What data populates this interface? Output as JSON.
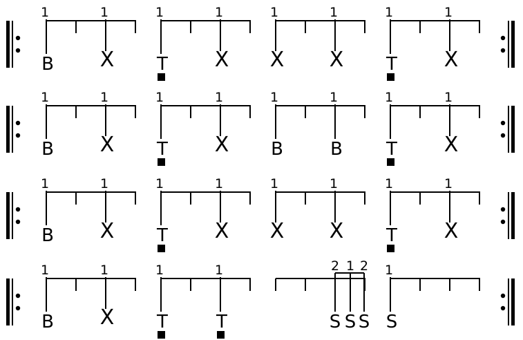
{
  "notation": {
    "rows": [
      {
        "measures": [
          {
            "fingering": [
              "1",
              "1"
            ],
            "notes": [
              {
                "beat": 0,
                "symbol": "B",
                "mark": false
              },
              {
                "beat": 2,
                "symbol": "X",
                "mark": false
              }
            ]
          },
          {
            "fingering": [
              "1",
              "1"
            ],
            "notes": [
              {
                "beat": 0,
                "symbol": "T",
                "mark": true
              },
              {
                "beat": 2,
                "symbol": "X",
                "mark": false
              }
            ]
          },
          {
            "fingering": [
              "1",
              "1"
            ],
            "notes": [
              {
                "beat": 0,
                "symbol": "X",
                "mark": false
              },
              {
                "beat": 2,
                "symbol": "X",
                "mark": false
              }
            ]
          },
          {
            "fingering": [
              "1",
              "1"
            ],
            "notes": [
              {
                "beat": 0,
                "symbol": "T",
                "mark": true
              },
              {
                "beat": 2,
                "symbol": "X",
                "mark": false
              }
            ]
          }
        ]
      },
      {
        "measures": [
          {
            "fingering": [
              "1",
              "1"
            ],
            "notes": [
              {
                "beat": 0,
                "symbol": "B",
                "mark": false
              },
              {
                "beat": 2,
                "symbol": "X",
                "mark": false
              }
            ]
          },
          {
            "fingering": [
              "1",
              "1"
            ],
            "notes": [
              {
                "beat": 0,
                "symbol": "T",
                "mark": true
              },
              {
                "beat": 2,
                "symbol": "X",
                "mark": false
              }
            ]
          },
          {
            "fingering": [
              "1",
              "1"
            ],
            "notes": [
              {
                "beat": 0,
                "symbol": "B",
                "mark": false
              },
              {
                "beat": 2,
                "symbol": "B",
                "mark": false
              }
            ]
          },
          {
            "fingering": [
              "1",
              "1"
            ],
            "notes": [
              {
                "beat": 0,
                "symbol": "T",
                "mark": true
              },
              {
                "beat": 2,
                "symbol": "X",
                "mark": false
              }
            ]
          }
        ]
      },
      {
        "measures": [
          {
            "fingering": [
              "1",
              "1"
            ],
            "notes": [
              {
                "beat": 0,
                "symbol": "B",
                "mark": false
              },
              {
                "beat": 2,
                "symbol": "X",
                "mark": false
              }
            ]
          },
          {
            "fingering": [
              "1",
              "1"
            ],
            "notes": [
              {
                "beat": 0,
                "symbol": "T",
                "mark": true
              },
              {
                "beat": 2,
                "symbol": "X",
                "mark": false
              }
            ]
          },
          {
            "fingering": [
              "1",
              "1"
            ],
            "notes": [
              {
                "beat": 0,
                "symbol": "X",
                "mark": false
              },
              {
                "beat": 2,
                "symbol": "X",
                "mark": false
              }
            ]
          },
          {
            "fingering": [
              "1",
              "1"
            ],
            "notes": [
              {
                "beat": 0,
                "symbol": "T",
                "mark": true
              },
              {
                "beat": 2,
                "symbol": "X",
                "mark": false
              }
            ]
          }
        ]
      },
      {
        "measures": [
          {
            "fingering": [
              "1",
              "1"
            ],
            "notes": [
              {
                "beat": 0,
                "symbol": "B",
                "mark": false
              },
              {
                "beat": 2,
                "symbol": "X",
                "mark": false
              }
            ]
          },
          {
            "fingering": [
              "1",
              "1"
            ],
            "notes": [
              {
                "beat": 0,
                "symbol": "T",
                "mark": true
              },
              {
                "beat": 2,
                "symbol": "T",
                "mark": true
              }
            ]
          },
          {
            "fingering": [
              "2",
              "1",
              "2"
            ],
            "notes": [
              {
                "beat": 2,
                "symbol": "S",
                "mark": false
              },
              {
                "beat": 2.5,
                "symbol": "S",
                "mark": false
              },
              {
                "beat": 3,
                "symbol": "S",
                "mark": false
              }
            ],
            "tuplet": true
          },
          {
            "fingering": [
              "1"
            ],
            "notes": [
              {
                "beat": 0,
                "symbol": "S",
                "mark": false
              }
            ]
          }
        ]
      }
    ]
  }
}
